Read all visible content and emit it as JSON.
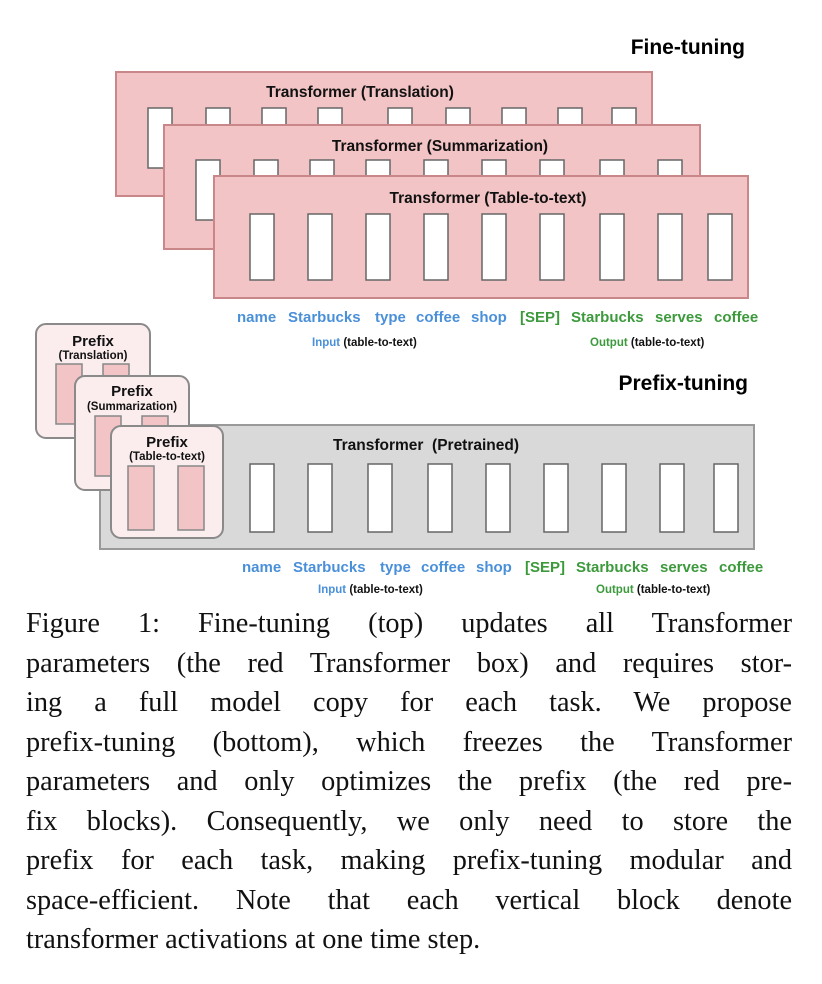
{
  "fine_tuning": {
    "heading": "Fine-tuning",
    "transformers": [
      {
        "label": "Transformer (Translation)"
      },
      {
        "label": "Transformer (Summarization)"
      },
      {
        "label": "Transformer (Table-to-text)"
      }
    ],
    "tokens": {
      "input": [
        "name",
        "Starbucks",
        "type",
        "coffee",
        "shop"
      ],
      "output": [
        "[SEP]",
        "Starbucks",
        "serves",
        "coffee"
      ]
    },
    "input_caption": {
      "word": "Input",
      "task": "(table-to-text)"
    },
    "output_caption": {
      "word": "Output",
      "task": "(table-to-text)"
    }
  },
  "prefix_tuning": {
    "heading": "Prefix-tuning",
    "prefixes": [
      {
        "title": "Prefix",
        "task": "(Translation)"
      },
      {
        "title": "Prefix",
        "task": "(Summarization)"
      },
      {
        "title": "Prefix",
        "task": "(Table-to-text)"
      }
    ],
    "transformer_label": "Transformer  (Pretrained)",
    "tokens": {
      "input": [
        "name",
        "Starbucks",
        "type",
        "coffee",
        "shop"
      ],
      "output": [
        "[SEP]",
        "Starbucks",
        "serves",
        "coffee"
      ]
    },
    "input_caption": {
      "word": "Input",
      "task": "(table-to-text)"
    },
    "output_caption": {
      "word": "Output",
      "task": "(table-to-text)"
    }
  },
  "colors": {
    "finetune_fill": "#F2C4C5",
    "prefix_red": "#F2C4C5",
    "prefix_card": "#FBEDEE",
    "pretrained_fill": "#D9D9D9",
    "input_text": "#4A90D9",
    "output_text": "#3C9A3C"
  },
  "caption": {
    "lines": [
      "Figure 1:   Fine-tuning (top) updates all Transformer",
      "parameters (the red Transformer box) and requires stor-",
      "ing a full model copy for each task.   We propose",
      "prefix-tuning (bottom), which freezes the Transformer",
      "parameters and only optimizes the prefix (the red pre-",
      "fix blocks).  Consequently, we only need to store the",
      "prefix for each task, making prefix-tuning modular and",
      "space-efficient.  Note that each vertical block denote",
      "transformer activations at one time step."
    ]
  }
}
